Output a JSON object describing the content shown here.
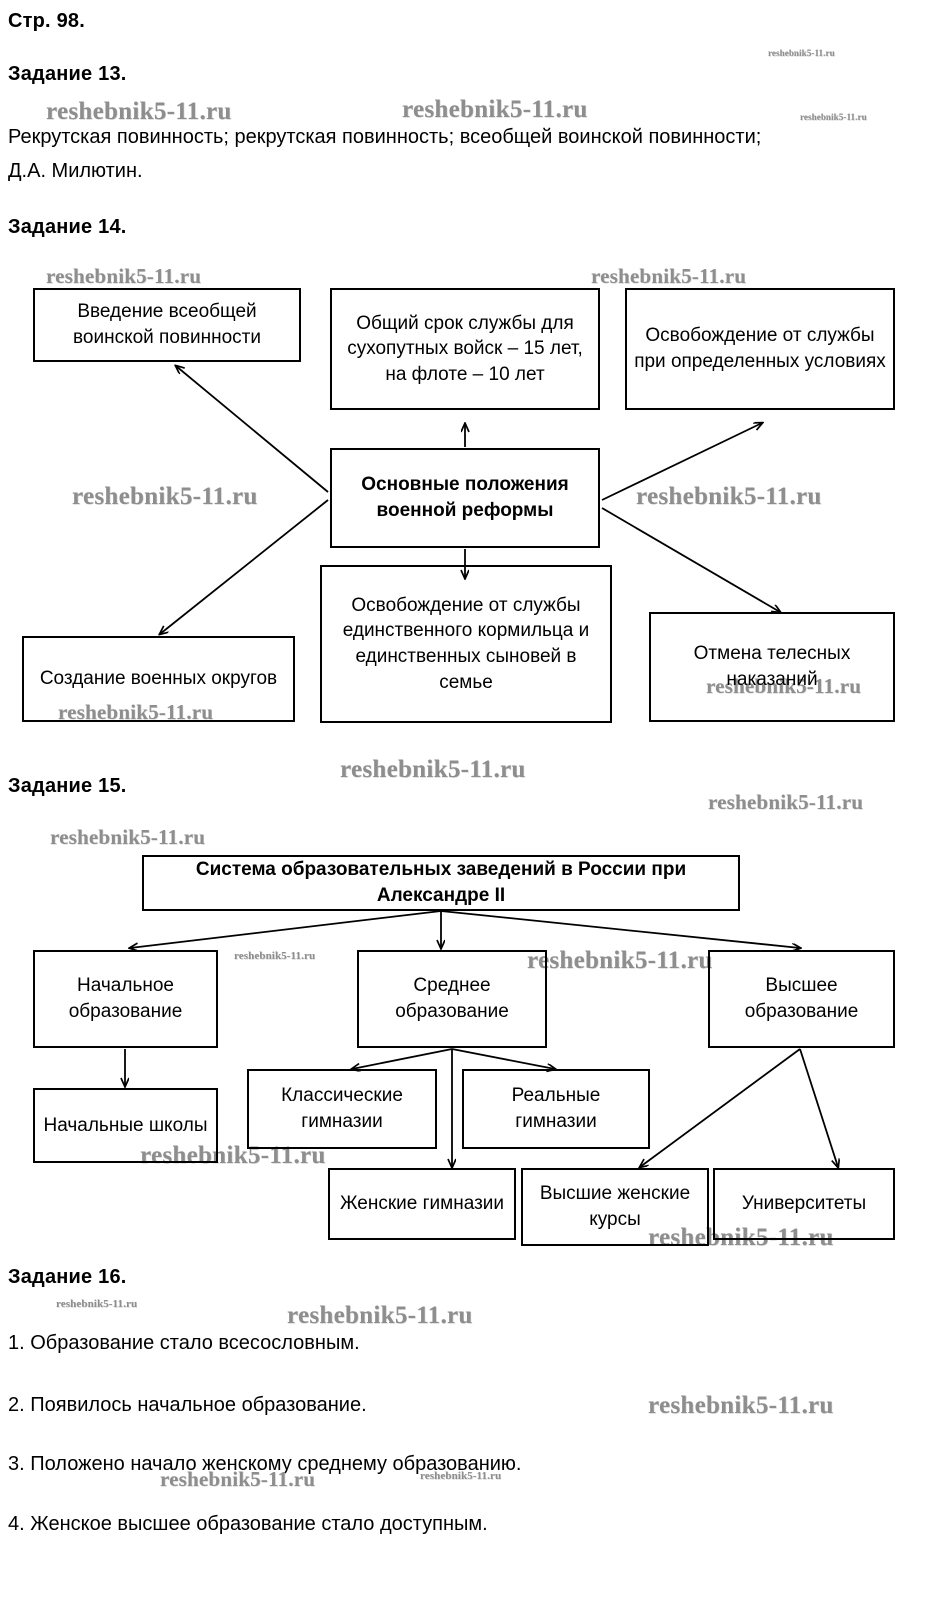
{
  "page": {
    "page_label": "Стр. 98.",
    "watermark_text": "reshebnik5-11.ru"
  },
  "task13": {
    "heading": "Задание 13.",
    "lines": [
      "Рекрутская повинность; рекрутская повинность; всеобщей воинской повинности;",
      "Д.А. Милютин."
    ]
  },
  "task14": {
    "heading": "Задание 14.",
    "diagram": {
      "center": "Основные положения военной реформы",
      "nodes": [
        "Введение всеобщей воинской повинности",
        "Общий срок службы для сухопутных войск – 15 лет, на флоте – 10 лет",
        "Освобождение от службы при определенных условиях",
        "Создание военных округов",
        "Освобождение от службы единственного кормильца и единственных сыновей в семье",
        "Отмена телесных наказаний"
      ]
    }
  },
  "task15": {
    "heading": "Задание 15.",
    "diagram": {
      "title": "Система образовательных заведений в России при Александре II",
      "level1": [
        "Начальное образование",
        "Среднее образование",
        "Высшее образование"
      ],
      "level2": [
        "Начальные школы",
        "Классические гимназии",
        "Реальные гимназии",
        "Женские гимназии",
        "Высшие женские курсы",
        "Университеты"
      ]
    }
  },
  "task16": {
    "heading": "Задание 16.",
    "items": [
      "1. Образование стало всесословным.",
      "2. Появилось начальное образование.",
      "3. Положено начало женскому среднему образованию.",
      "4. Женское высшее образование стало доступным."
    ]
  }
}
